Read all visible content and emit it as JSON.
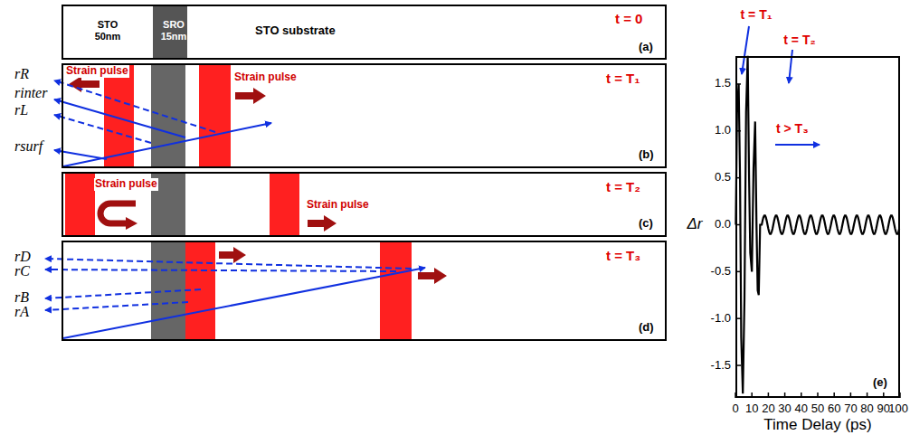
{
  "diagram": {
    "nodes": [
      {
        "text": [
          "t = 0",
          "(a)"
        ]
      },
      {
        "text": [
          "STO 50nm"
        ],
        "in": 0
      },
      {
        "text": [
          "SRO 15nm"
        ],
        "in": 0
      },
      {
        "text": [
          "STO substrate"
        ],
        "in": 0
      },
      {
        "text": [
          "t = T₁",
          "(b)"
        ]
      },
      {
        "text": [
          "t = T₂",
          "(c)"
        ]
      },
      {
        "text": [
          "t = T₃",
          "(d)"
        ]
      },
      {
        "text": [
          "(e)"
        ]
      }
    ],
    "labels": [
      "rR",
      "rinter",
      "rL",
      "rsurf",
      "Strain pulse",
      "Strain pulse",
      "Strain pulse",
      "Strain pulse",
      "rD",
      "rC",
      "rB",
      "rA",
      "t = T₁",
      "t = T₂",
      "t > T₃",
      "1.5",
      "1.0",
      "0.5",
      "0.0",
      "-0.5",
      "-1.0",
      "-1.5",
      "0",
      "10",
      "20",
      "30",
      "40",
      "50",
      "60",
      "70",
      "80",
      "90",
      "100",
      "Time Delay (ps)",
      "Δr"
    ]
  }
}
